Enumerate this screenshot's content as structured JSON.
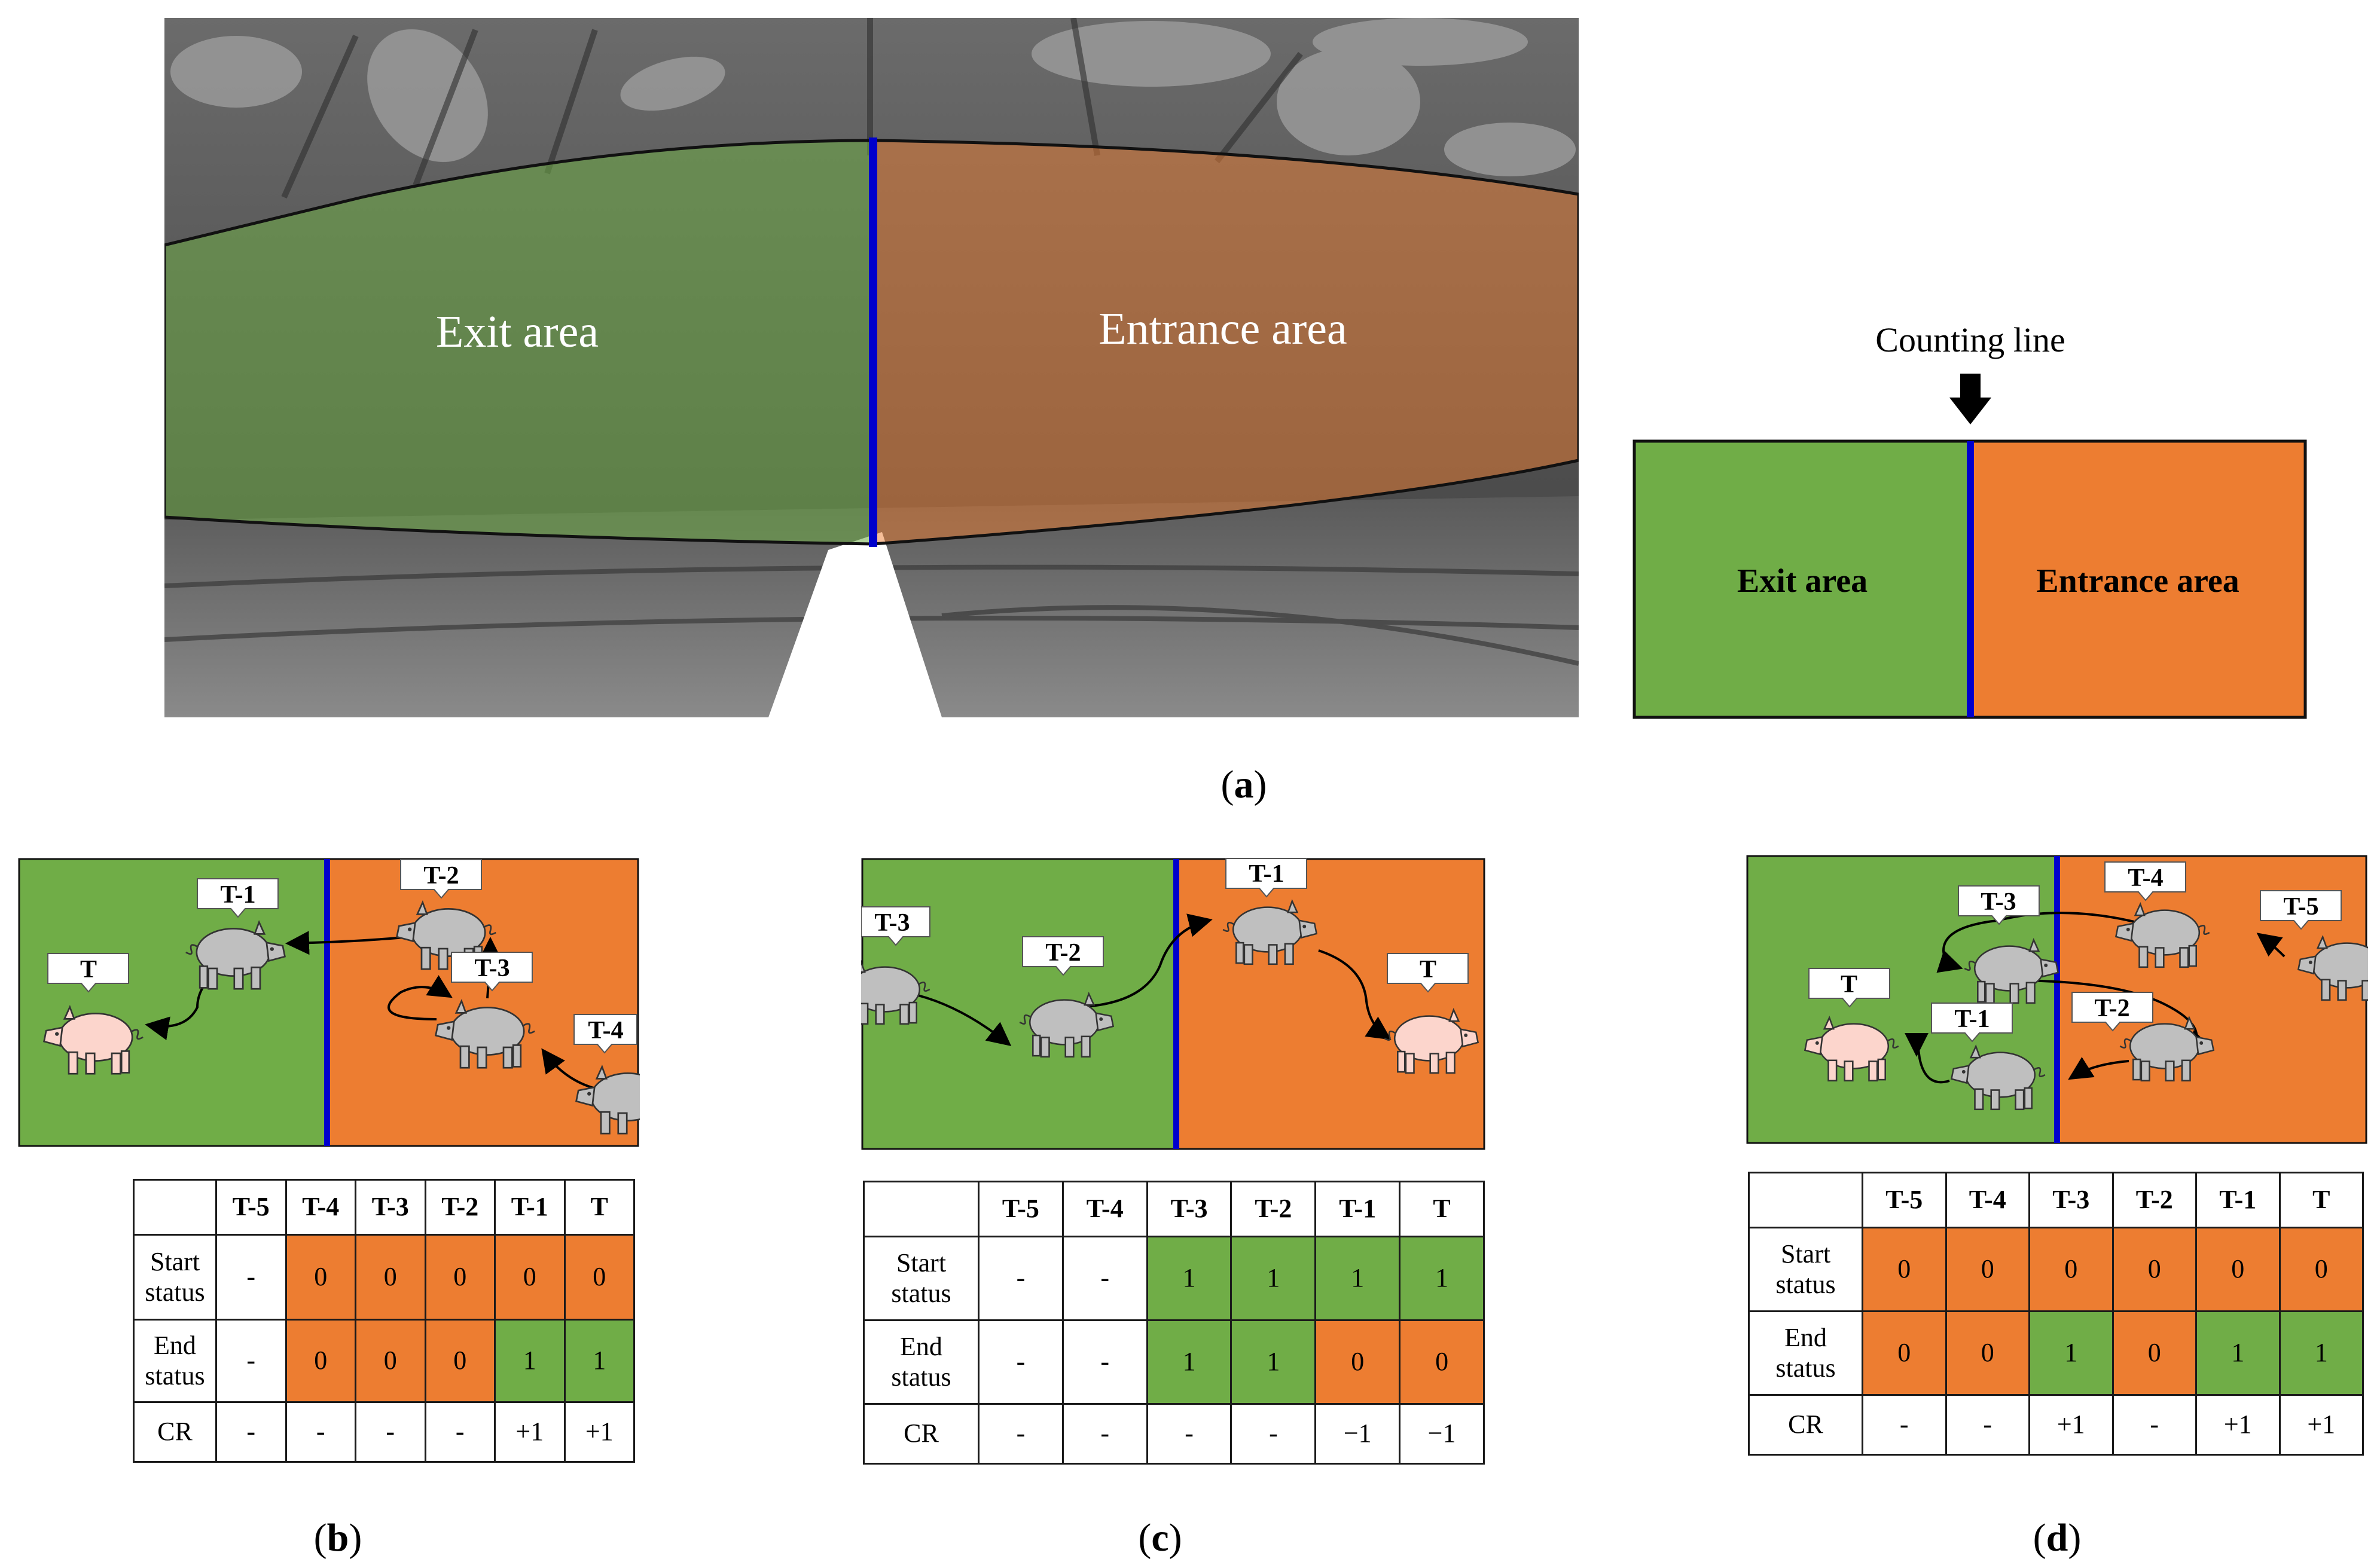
{
  "photo": {
    "exit_label": "Exit area",
    "entrance_label": "Entrance area"
  },
  "schematic": {
    "counting_line_label": "Counting line",
    "exit_label": "Exit area",
    "entrance_label": "Entrance area"
  },
  "colors": {
    "exit_green": "#70ad47",
    "entrance_orange": "#ed7d31",
    "counting_line_blue": "#0000cc",
    "pig_gray": "#bfbfbf",
    "pig_pink": "#fcd5cc"
  },
  "captions": {
    "a": "a",
    "b": "b",
    "c": "c",
    "d": "d"
  },
  "panels": {
    "b": {
      "tags": [
        "T",
        "T-1",
        "T-2",
        "T-3",
        "T-4"
      ],
      "table": {
        "headers": [
          "",
          "T-5",
          "T-4",
          "T-3",
          "T-2",
          "T-1",
          "T"
        ],
        "rows": [
          {
            "label_top": "Start",
            "label_bottom": "status",
            "cells": [
              "-",
              "0",
              "0",
              "0",
              "0",
              "0"
            ]
          },
          {
            "label_top": "End",
            "label_bottom": "status",
            "cells": [
              "-",
              "0",
              "0",
              "0",
              "1",
              "1"
            ]
          },
          {
            "label_top": "CR",
            "label_bottom": "",
            "cells": [
              "-",
              "-",
              "-",
              "-",
              "+1",
              "+1"
            ]
          }
        ]
      }
    },
    "c": {
      "tags": [
        "T-3",
        "T-2",
        "T-1",
        "T"
      ],
      "table": {
        "headers": [
          "",
          "T-5",
          "T-4",
          "T-3",
          "T-2",
          "T-1",
          "T"
        ],
        "rows": [
          {
            "label_top": "Start",
            "label_bottom": "status",
            "cells": [
              "-",
              "-",
              "1",
              "1",
              "1",
              "1"
            ]
          },
          {
            "label_top": "End",
            "label_bottom": "status",
            "cells": [
              "-",
              "-",
              "1",
              "1",
              "0",
              "0"
            ]
          },
          {
            "label_top": "CR",
            "label_bottom": "",
            "cells": [
              "-",
              "-",
              "-",
              "-",
              "−1",
              "−1"
            ]
          }
        ]
      }
    },
    "d": {
      "tags": [
        "T",
        "T-1",
        "T-2",
        "T-3",
        "T-4",
        "T-5"
      ],
      "table": {
        "headers": [
          "",
          "T-5",
          "T-4",
          "T-3",
          "T-2",
          "T-1",
          "T"
        ],
        "rows": [
          {
            "label_top": "Start",
            "label_bottom": "status",
            "cells": [
              "0",
              "0",
              "0",
              "0",
              "0",
              "0"
            ]
          },
          {
            "label_top": "End",
            "label_bottom": "status",
            "cells": [
              "0",
              "0",
              "1",
              "0",
              "1",
              "1"
            ]
          },
          {
            "label_top": "CR",
            "label_bottom": "",
            "cells": [
              "-",
              "-",
              "+1",
              "-",
              "+1",
              "+1"
            ]
          }
        ]
      }
    }
  }
}
